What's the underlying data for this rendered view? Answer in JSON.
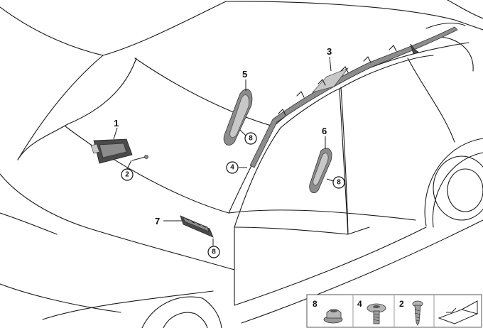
{
  "callouts": {
    "c1": "1",
    "c2": "2",
    "c3": "3",
    "c4": "4",
    "c5": "5",
    "c6": "6",
    "c7": "7",
    "c8a": "8",
    "c8b": "8",
    "c8c": "8"
  },
  "legend": {
    "nut": "8",
    "bolt": "4",
    "screw": "2"
  },
  "icons": {
    "nut": "hex-collar-nut-icon",
    "bolt": "torx-bolt-icon",
    "screw": "tapping-screw-icon",
    "reference": "arrow-reference-icon"
  }
}
